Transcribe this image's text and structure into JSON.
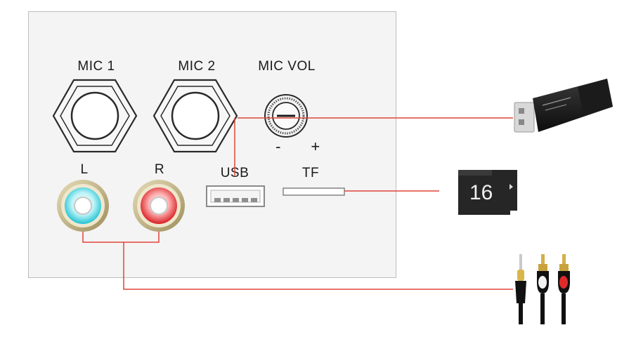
{
  "panel": {
    "labels": {
      "mic1": "MIC 1",
      "mic2": "MIC 2",
      "mic_vol": "MIC VOL",
      "minus": "-",
      "plus": "+",
      "left": "L",
      "right": "R",
      "usb": "USB",
      "tf": "TF"
    }
  },
  "devices": {
    "sd_card_capacity": "16"
  },
  "colors": {
    "wire": "#e0443a",
    "left_jack": "#3ad0dd",
    "right_jack": "#e3242b",
    "ring": "#c9b98a"
  },
  "icons": [
    "usb-flash-drive-icon",
    "micro-sd-card-icon",
    "rca-cable-icon"
  ]
}
